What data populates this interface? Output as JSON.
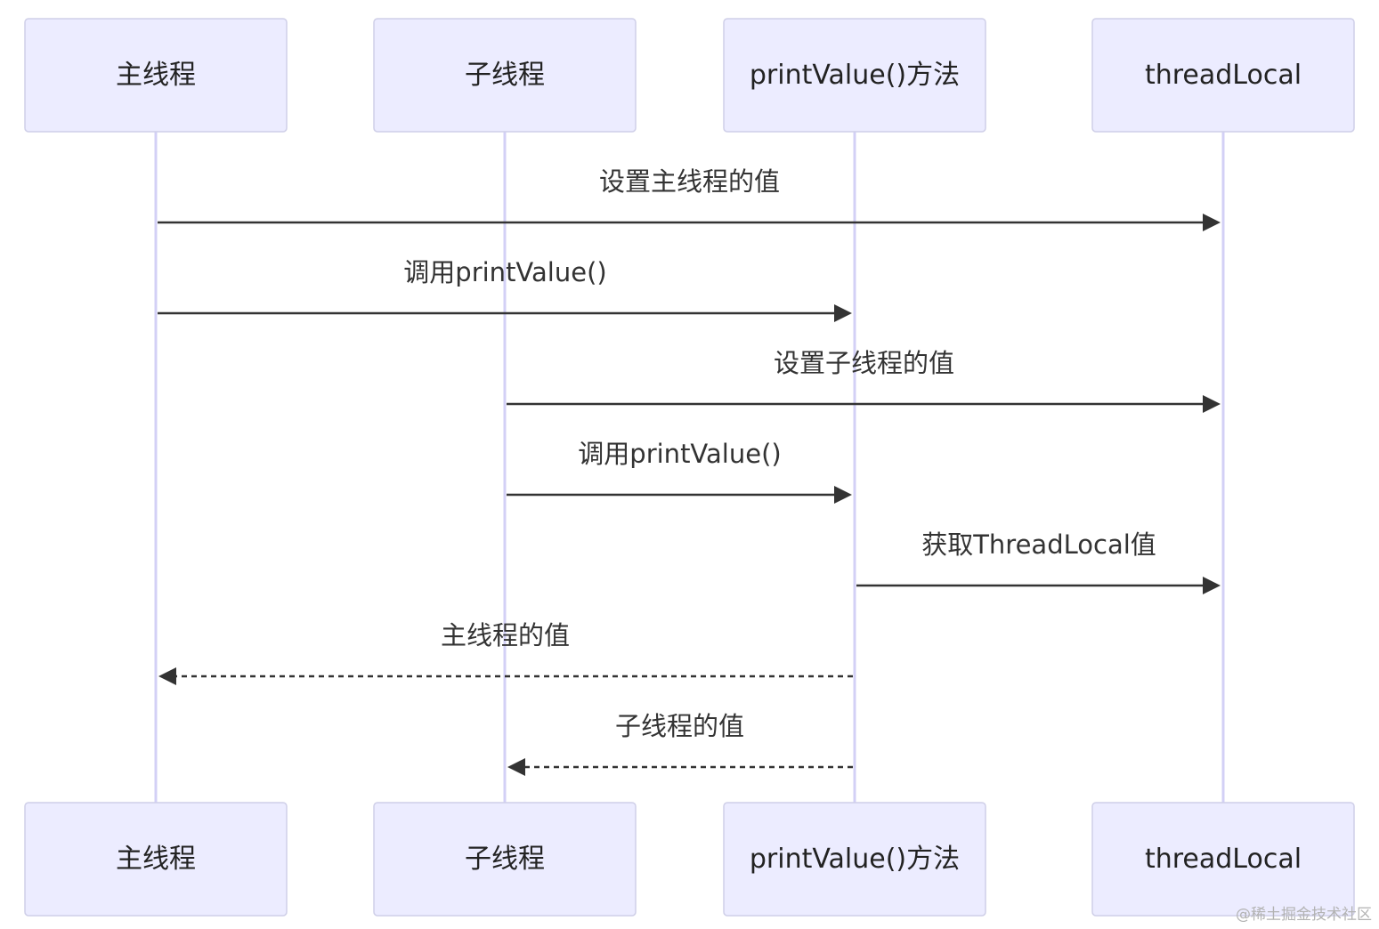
{
  "participants": [
    {
      "id": "main",
      "label": "主线程"
    },
    {
      "id": "child",
      "label": "子线程"
    },
    {
      "id": "print",
      "label": "printValue()方法"
    },
    {
      "id": "tl",
      "label": "threadLocal"
    }
  ],
  "messages": [
    {
      "from": "main",
      "to": "tl",
      "label": "设置主线程的值",
      "style": "solid"
    },
    {
      "from": "main",
      "to": "print",
      "label": "调用printValue()",
      "style": "solid"
    },
    {
      "from": "child",
      "to": "tl",
      "label": "设置子线程的值",
      "style": "solid"
    },
    {
      "from": "child",
      "to": "print",
      "label": "调用printValue()",
      "style": "solid"
    },
    {
      "from": "print",
      "to": "tl",
      "label": "获取ThreadLocal值",
      "style": "solid"
    },
    {
      "from": "print",
      "to": "main",
      "label": "主线程的值",
      "style": "dashed"
    },
    {
      "from": "print",
      "to": "child",
      "label": "子线程的值",
      "style": "dashed"
    }
  ],
  "colors": {
    "actor_fill": "#ececff",
    "actor_border": "#cfcfe8",
    "lifeline": "#d3d0f6",
    "message": "#333333"
  },
  "watermark": "@稀土掘金技术社区"
}
